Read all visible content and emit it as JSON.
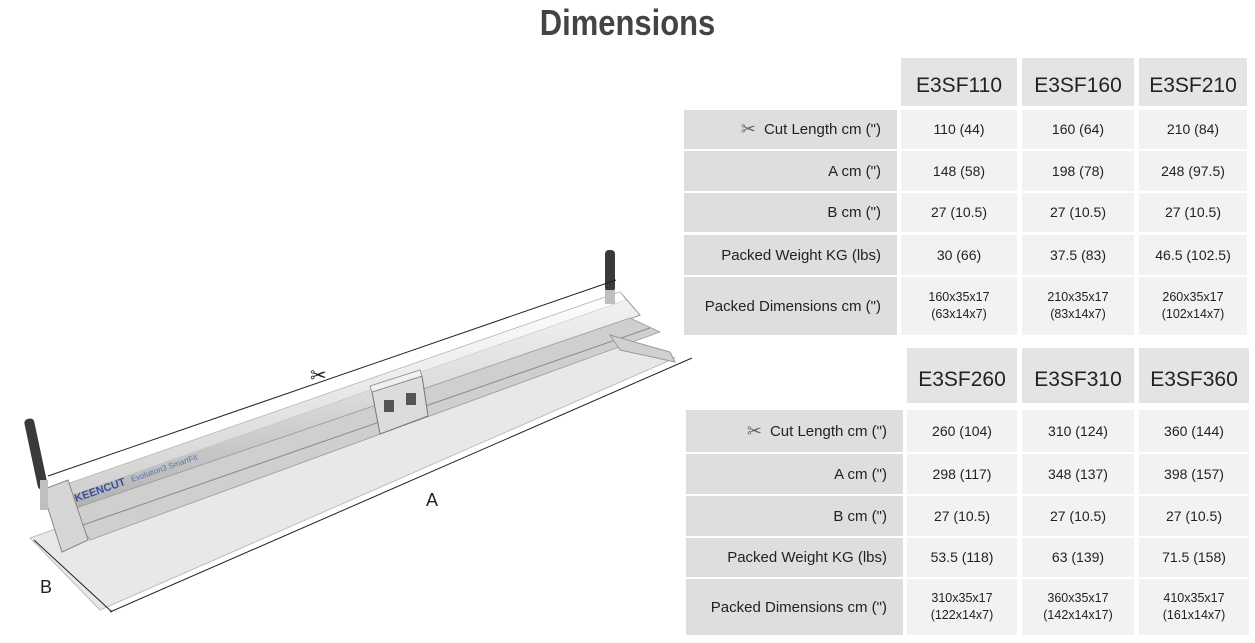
{
  "title": "Dimensions",
  "diagram": {
    "brand_text": "KEENCUT",
    "model_text": "Evolution3 SmartFit",
    "label_a": "A",
    "label_b": "B",
    "cut_symbol": "✂"
  },
  "table1": {
    "models": [
      "E3SF110",
      "E3SF160",
      "E3SF210"
    ],
    "rows": [
      {
        "label": "Cut Length cm (\")",
        "icon": "scissors-icon",
        "values": [
          "110 (44)",
          "160 (64)",
          "210 (84)"
        ]
      },
      {
        "label": "A  cm (\")",
        "values": [
          "148 (58)",
          "198 (78)",
          "248 (97.5)"
        ]
      },
      {
        "label": "B  cm (\")",
        "values": [
          "27 (10.5)",
          "27 (10.5)",
          "27 (10.5)"
        ]
      },
      {
        "label": "Packed Weight KG (lbs)",
        "values": [
          "30 (66)",
          "37.5 (83)",
          "46.5 (102.5)"
        ]
      },
      {
        "label": "Packed Dimensions cm (\")",
        "values": [
          [
            "160x35x17",
            "(63x14x7)"
          ],
          [
            "210x35x17",
            "(83x14x7)"
          ],
          [
            "260x35x17",
            "(102x14x7)"
          ]
        ]
      }
    ]
  },
  "table2": {
    "models": [
      "E3SF260",
      "E3SF310",
      "E3SF360"
    ],
    "rows": [
      {
        "label": "Cut Length cm (\")",
        "icon": "scissors-icon",
        "values": [
          "260 (104)",
          "310 (124)",
          "360 (144)"
        ]
      },
      {
        "label": "A  cm (\")",
        "values": [
          "298 (117)",
          "348 (137)",
          "398 (157)"
        ]
      },
      {
        "label": "B  cm (\")",
        "values": [
          "27 (10.5)",
          "27 (10.5)",
          "27 (10.5)"
        ]
      },
      {
        "label": "Packed Weight KG (lbs)",
        "values": [
          "53.5 (118)",
          "63 (139)",
          "71.5 (158)"
        ]
      },
      {
        "label": "Packed Dimensions cm (\")",
        "values": [
          [
            "310x35x17",
            "(122x14x7)"
          ],
          [
            "360x35x17",
            "(142x14x17)"
          ],
          [
            "410x35x17",
            "(161x14x7)"
          ]
        ]
      }
    ]
  }
}
